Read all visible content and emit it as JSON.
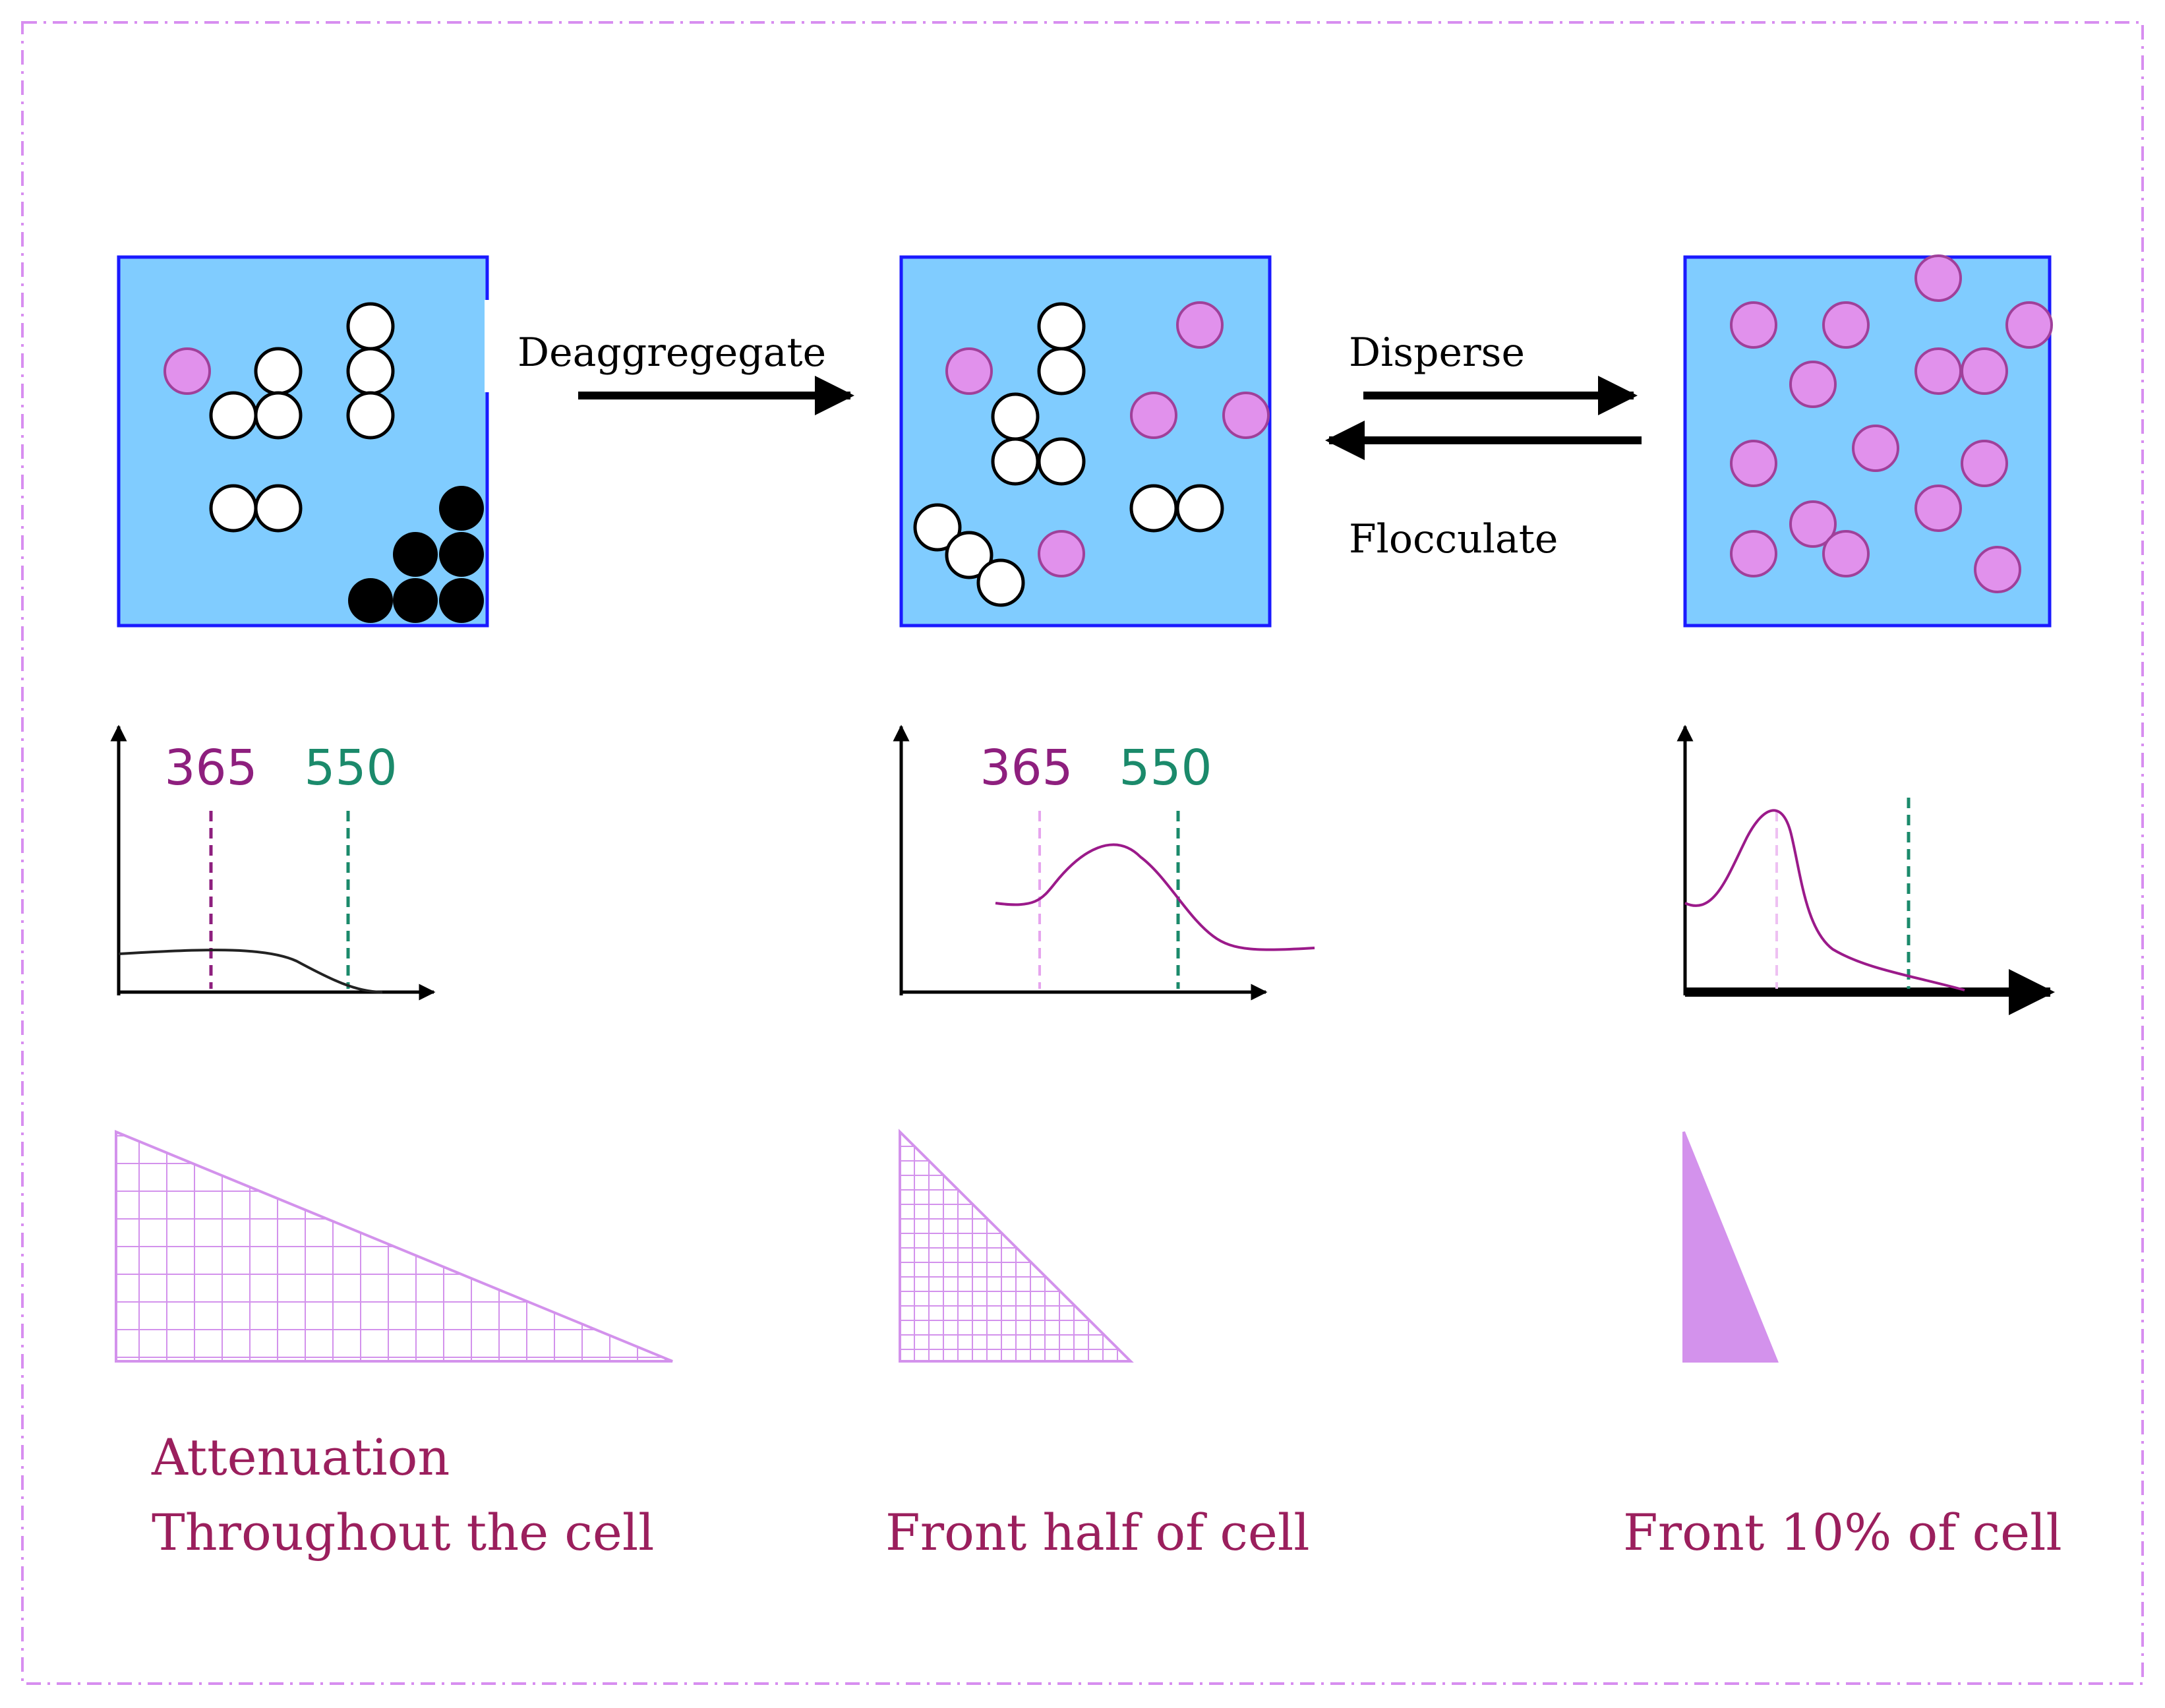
{
  "colors": {
    "frame": "#d78ef0",
    "cell_fill": "#80ccff",
    "cell_border": "#1a1aff",
    "dispersed": "#e191ec",
    "dispersed_stroke": "#a0409a",
    "uv_marker": "#8e1f7e",
    "visible_marker": "#1b8a6b",
    "absorbance_curve": "#9b1a8a",
    "triangle": "#d392ec",
    "caption": "#9b1f5d"
  },
  "arrows": {
    "deaggregate": "Deaggregegate",
    "disperse": "Disperse",
    "flocculate": "Flocculate"
  },
  "charts": [
    {
      "uv_label": "365",
      "vis_label": "550"
    },
    {
      "uv_label": "365",
      "vis_label": "550"
    },
    {}
  ],
  "captions": {
    "panel1_line1": "Attenuation",
    "panel1_line2": "Throughout the cell",
    "panel2": "Front half of cell",
    "panel3": "Front 10% of cell"
  }
}
